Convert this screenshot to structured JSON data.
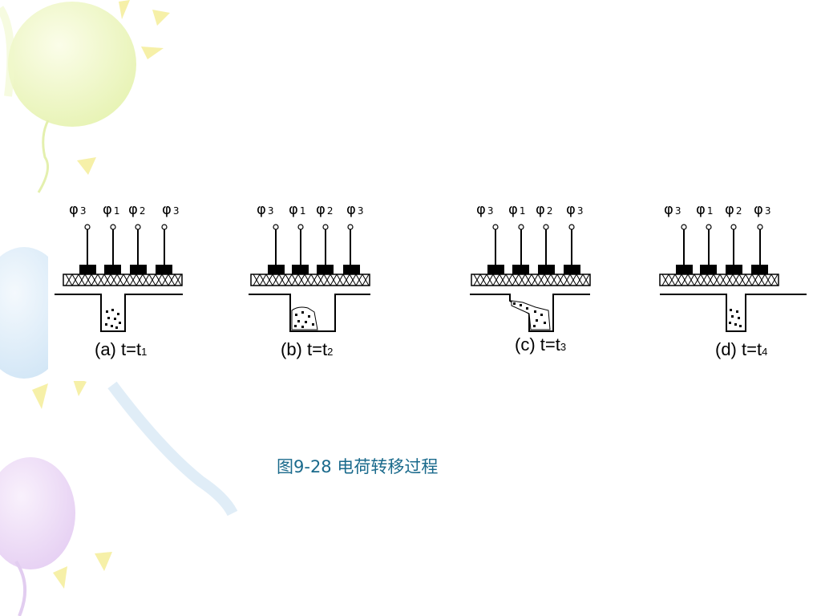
{
  "caption": "图9-28  电荷转移过程",
  "phase_symbol": "φ",
  "panels": [
    {
      "phases": [
        "3",
        "1",
        "2",
        "3"
      ],
      "caption_main": "(a) t=t",
      "caption_sub": "1",
      "charge_state": "under-phase-1"
    },
    {
      "phases": [
        "3",
        "1",
        "2",
        "3"
      ],
      "caption_main": "(b) t=t",
      "caption_sub": "2",
      "charge_state": "spreading-phase-1-2"
    },
    {
      "phases": [
        "3",
        "1",
        "2",
        "3"
      ],
      "caption_main": "(c) t=t",
      "caption_sub": "3",
      "charge_state": "moving-to-phase-2"
    },
    {
      "phases": [
        "3",
        "1",
        "2",
        "3"
      ],
      "caption_main": "(d) t=t",
      "caption_sub": "4",
      "charge_state": "under-phase-2"
    }
  ],
  "colors": {
    "caption": "#1a6a8c",
    "balloon_green": "#eef7c4",
    "balloon_blue": "#dcecf8",
    "balloon_purple": "#eedcf6",
    "ray_yellow": "#f6f0a8"
  }
}
